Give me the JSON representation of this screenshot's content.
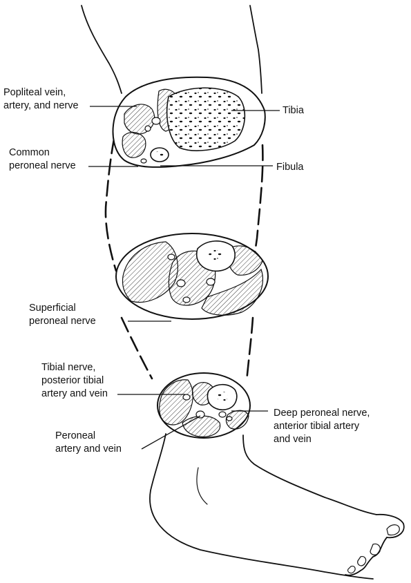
{
  "labels": {
    "popliteal": "Popliteal vein,\nartery, and nerve",
    "common_peroneal": "Common\nperoneal nerve",
    "tibia": "Tibia",
    "fibula": "Fibula",
    "superficial_peroneal": "Superficial\nperoneal nerve",
    "tibial_nerve": "Tibial nerve,\nposterior tibial\nartery and vein",
    "peroneal_artery": "Peroneal\nartery and vein",
    "deep_peroneal": "Deep peroneal nerve,\nanterior tibial artery\nand vein"
  },
  "colors": {
    "ink": "#111111",
    "background": "#ffffff"
  }
}
